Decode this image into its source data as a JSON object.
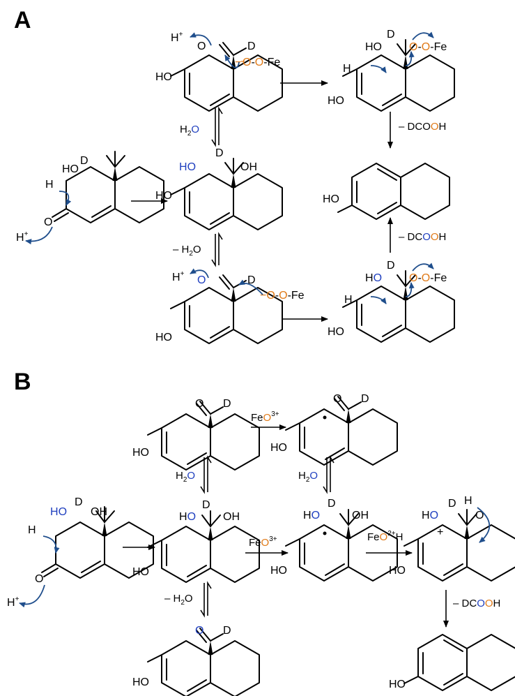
{
  "panels": {
    "a": "A",
    "b": "B"
  },
  "atoms": {
    "H": "H",
    "D": "D",
    "O": "O",
    "OH": "OH",
    "HO": "HO",
    "Hplus": "H",
    "plus": "+",
    "fe_tail": "-Fe",
    "o_minus_prefix": "−"
  },
  "reagents": {
    "h2o_h": "H",
    "h2o_2": "2",
    "h2o_o": "O",
    "minus_h2o": "– H",
    "minus_dcooh_prefix": "– DC",
    "minus_dcooh_o1": "O",
    "minus_dcooh_o2": "O",
    "minus_dcooh_suffix": "H",
    "feo_fe": "Fe",
    "feo_o": "O",
    "feo3_charge": "3+",
    "feo2_charge": "2+",
    "feo_h": "H",
    "oo_dash": "-"
  },
  "colors": {
    "curly_arrow": "#1f4e8c",
    "labeled_oxygen_blue": "#1f3fbf",
    "labeled_oxygen_orange": "#e07a18",
    "text": "#000000"
  }
}
